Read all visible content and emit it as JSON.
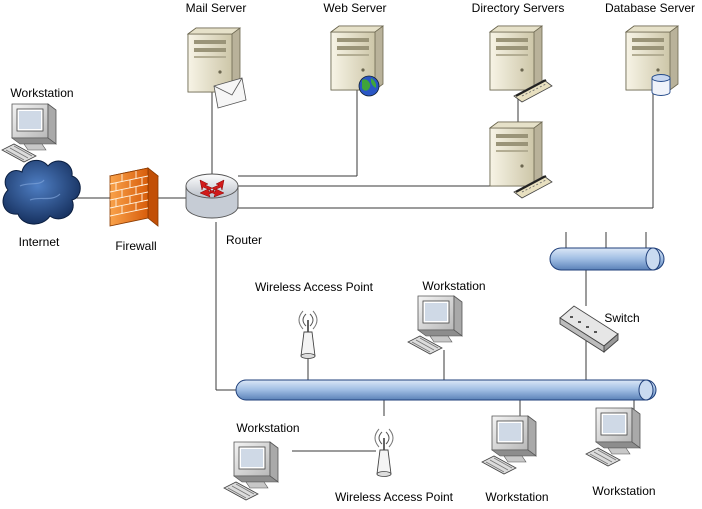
{
  "labels": {
    "mail_server": "Mail Server",
    "web_server": "Web Server",
    "directory_servers": "Directory Servers",
    "database_server": "Database Server",
    "workstation_top_left": "Workstation",
    "internet": "Internet",
    "firewall": "Firewall",
    "router": "Router",
    "wap_upper": "Wireless Access Point",
    "workstation_mid": "Workstation",
    "switch": "Switch",
    "workstation_bottom_left": "Workstation",
    "wap_lower": "Wireless Access Point",
    "workstation_bottom_mid": "Workstation",
    "workstation_bottom_right": "Workstation"
  },
  "icons": {
    "server": "server-icon",
    "workstation": "workstation-icon",
    "cloud": "cloud-icon",
    "firewall": "firewall-icon",
    "router": "router-icon",
    "switch": "switch-icon",
    "bus": "network-bus-icon",
    "wap": "wireless-access-point-icon",
    "globe": "globe-icon",
    "database": "database-icon",
    "envelope": "envelope-icon",
    "keyboard": "keyboard-icon"
  },
  "colors": {
    "line": "#3a3a3a",
    "bus_fill": "#a9c4e6",
    "bus_stroke": "#1f3f7a",
    "server_body": "#ece8d4",
    "firewall": "#f07a1a",
    "router_arrow": "#d11a1a",
    "cloud": "#1b3d73",
    "screen": "#3a6ea5"
  }
}
